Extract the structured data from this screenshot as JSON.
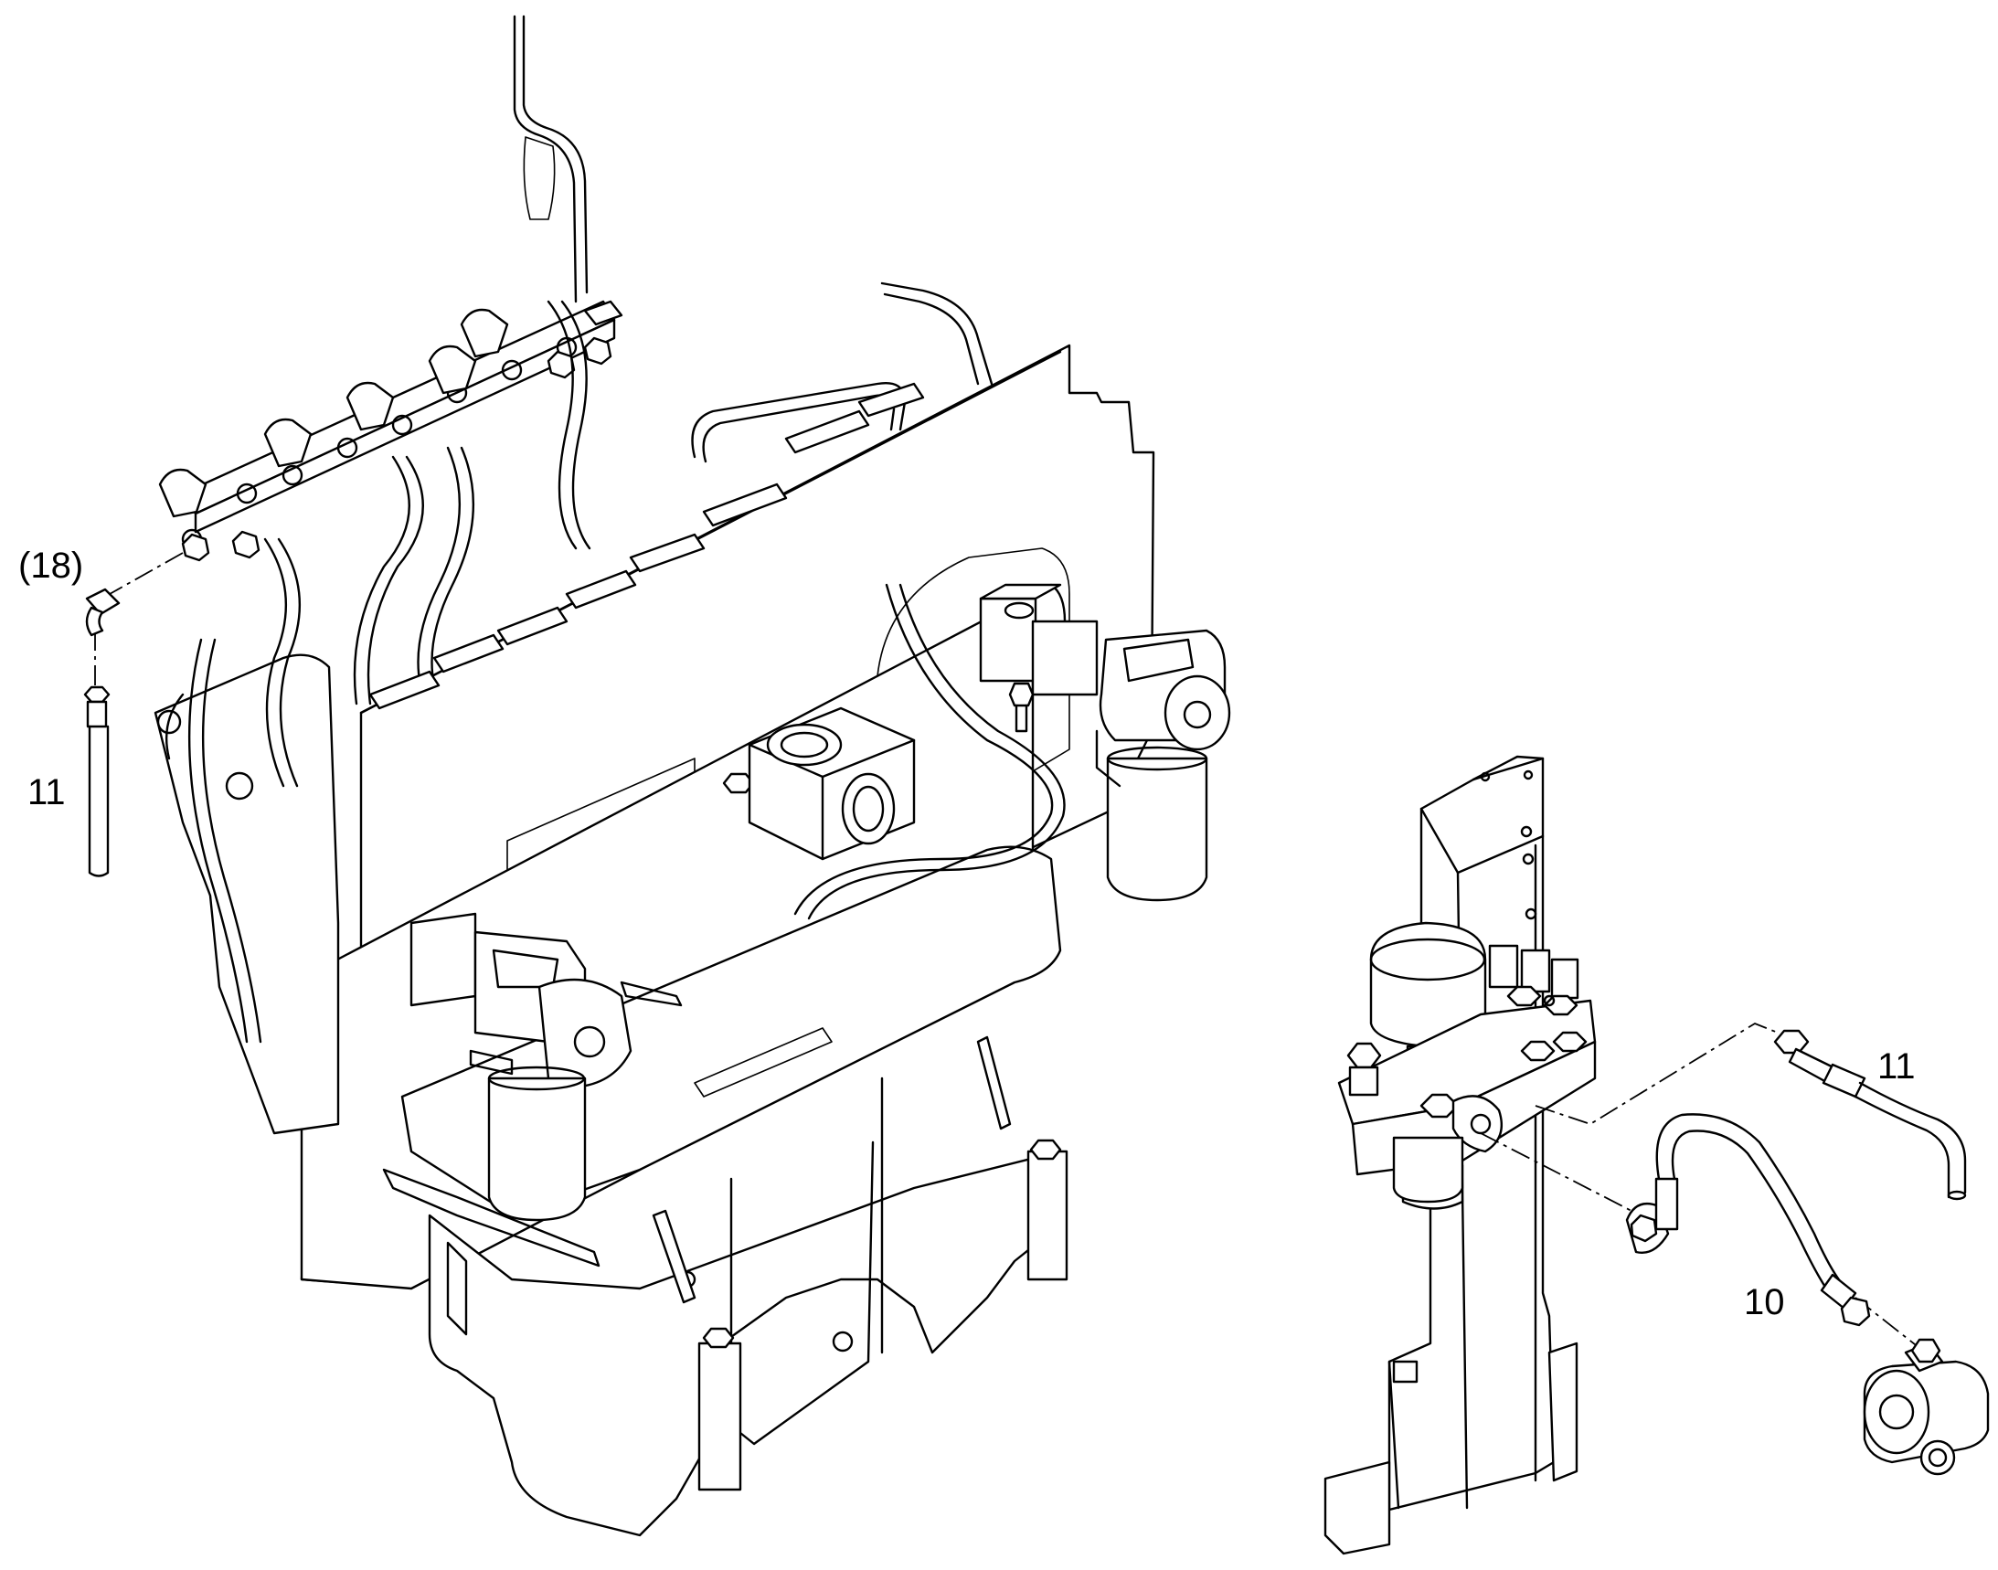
{
  "callouts": [
    {
      "id": "c18",
      "text": "(18)"
    },
    {
      "id": "c11a",
      "text": "11"
    },
    {
      "id": "c11b",
      "text": "11"
    },
    {
      "id": "c10",
      "text": "10"
    }
  ]
}
